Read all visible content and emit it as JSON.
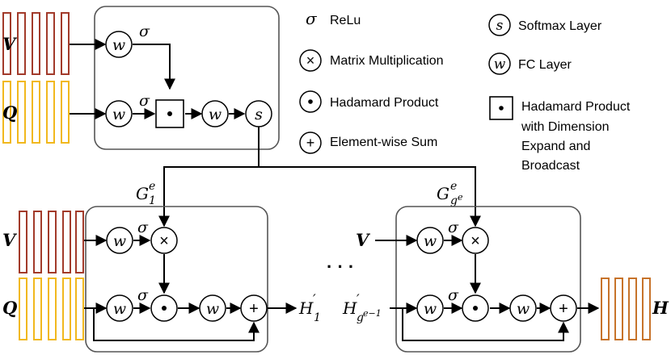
{
  "inputs": {
    "v": "V",
    "q": "Q",
    "h": "H"
  },
  "symbols": {
    "sigma": "σ",
    "w": "w",
    "s": "s",
    "times": "×",
    "dot": "•",
    "plus": "+"
  },
  "legend": {
    "relu": "ReLu",
    "matmul": "Matrix Multiplication",
    "hadamard": "Hadamard Product",
    "sum": "Element-wise Sum",
    "softmax": "Softmax Layer",
    "fc": "FC Layer",
    "hadamard_expand": [
      "Hadamard Product",
      "with Dimension",
      "Expand and",
      "Broadcast"
    ]
  },
  "labels": {
    "g1_base": "G",
    "g1_sub": "1",
    "g1_sup": "e",
    "gg_base": "G",
    "gg_sub": "g",
    "gg_subsup": "e",
    "gg_sup": "e",
    "h1_base": "H",
    "h1_prime": "′",
    "h1_sub": "1",
    "hg_base": "H",
    "hg_prime": "′",
    "hg_sub": "g",
    "hg_subsup": "e−1",
    "ellipsis": "· · ·"
  },
  "colors": {
    "v_stack": "#a23a2a",
    "q_stack": "#f1b81d",
    "h_stack": "#c7732a",
    "box": "#555555"
  }
}
